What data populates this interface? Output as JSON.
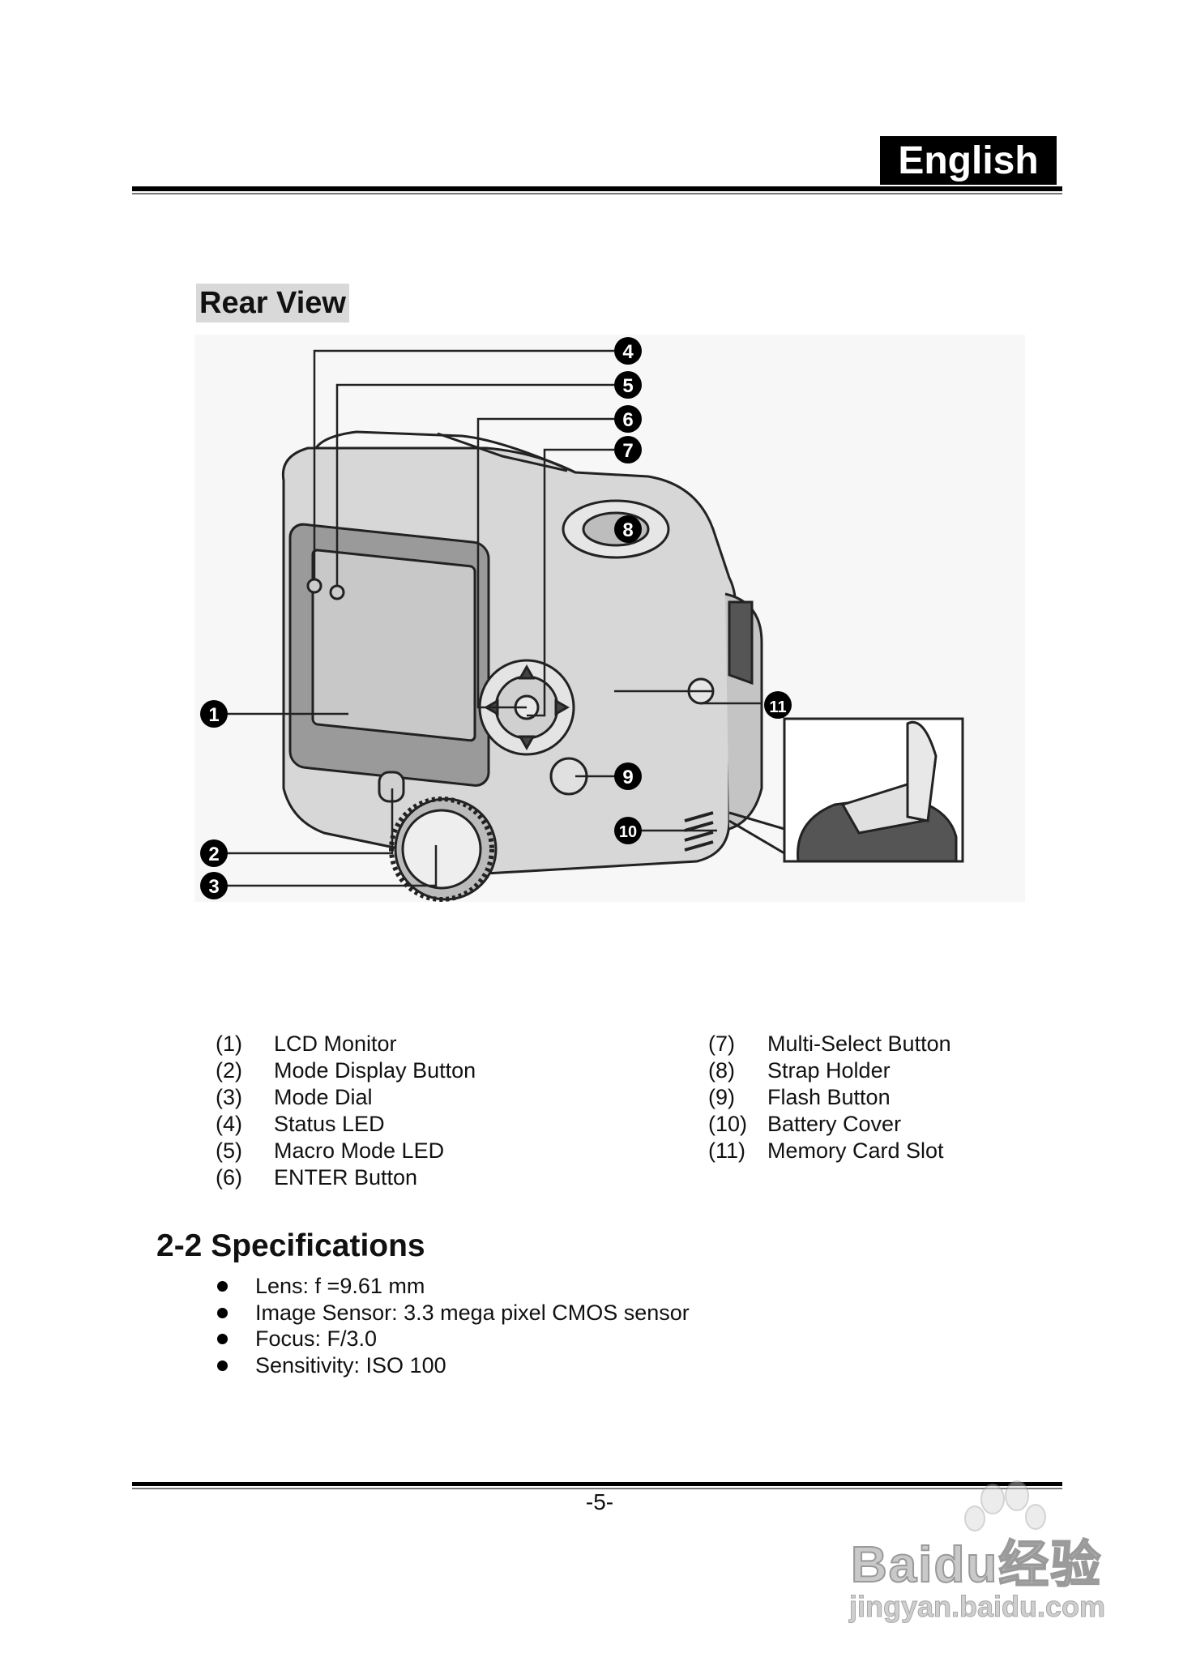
{
  "header": {
    "language_tab": "English"
  },
  "section": {
    "rear_view_title": "Rear View"
  },
  "callouts": [
    "4",
    "5",
    "6",
    "7",
    "8",
    "1",
    "9",
    "11",
    "10",
    "2",
    "3"
  ],
  "parts_left": [
    {
      "num": "(1)",
      "label": "LCD Monitor"
    },
    {
      "num": "(2)",
      "label": "Mode Display Button"
    },
    {
      "num": "(3)",
      "label": "Mode Dial"
    },
    {
      "num": "(4)",
      "label": "Status LED"
    },
    {
      "num": "(5)",
      "label": "Macro Mode LED"
    },
    {
      "num": "(6)",
      "label": "ENTER Button"
    }
  ],
  "parts_right": [
    {
      "num": "(7)",
      "label": "Multi-Select Button"
    },
    {
      "num": "(8)",
      "label": "Strap Holder"
    },
    {
      "num": "(9)",
      "label": "Flash Button"
    },
    {
      "num": "(10)",
      "label": "Battery Cover"
    },
    {
      "num": "(11)",
      "label": "Memory Card Slot"
    }
  ],
  "specs": {
    "title": "2-2 Specifications",
    "items": [
      "Lens: f =9.61 mm",
      "Image Sensor: 3.3 mega pixel CMOS sensor",
      "Focus: F/3.0",
      "Sensitivity: ISO 100"
    ]
  },
  "footer": {
    "page_number": "-5-"
  },
  "watermark": {
    "brand": "Baidu经验",
    "url": "jingyan.baidu.com"
  }
}
